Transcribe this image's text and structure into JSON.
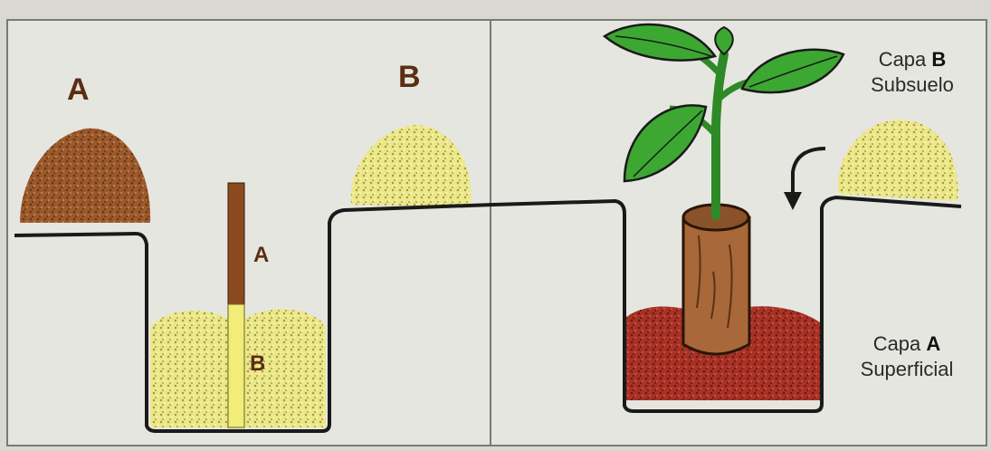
{
  "left_panel": {
    "pile_a_label": "A",
    "pile_b_label": "B",
    "bar_top_label": "A",
    "bar_bottom_label": "B"
  },
  "right_panel": {
    "layer_b_prefix": "Capa",
    "layer_b_letter": "B",
    "layer_b_name": "Subsuelo",
    "layer_a_prefix": "Capa",
    "layer_a_letter": "A",
    "layer_a_name": "Superficial"
  },
  "colors": {
    "topsoil": "#8a4a22",
    "subsoil": "#e8e070",
    "red_soil": "#9a2a1e",
    "leaf": "#3ca832",
    "root_ball": "#a8683a",
    "outline": "#1a1a1a"
  }
}
